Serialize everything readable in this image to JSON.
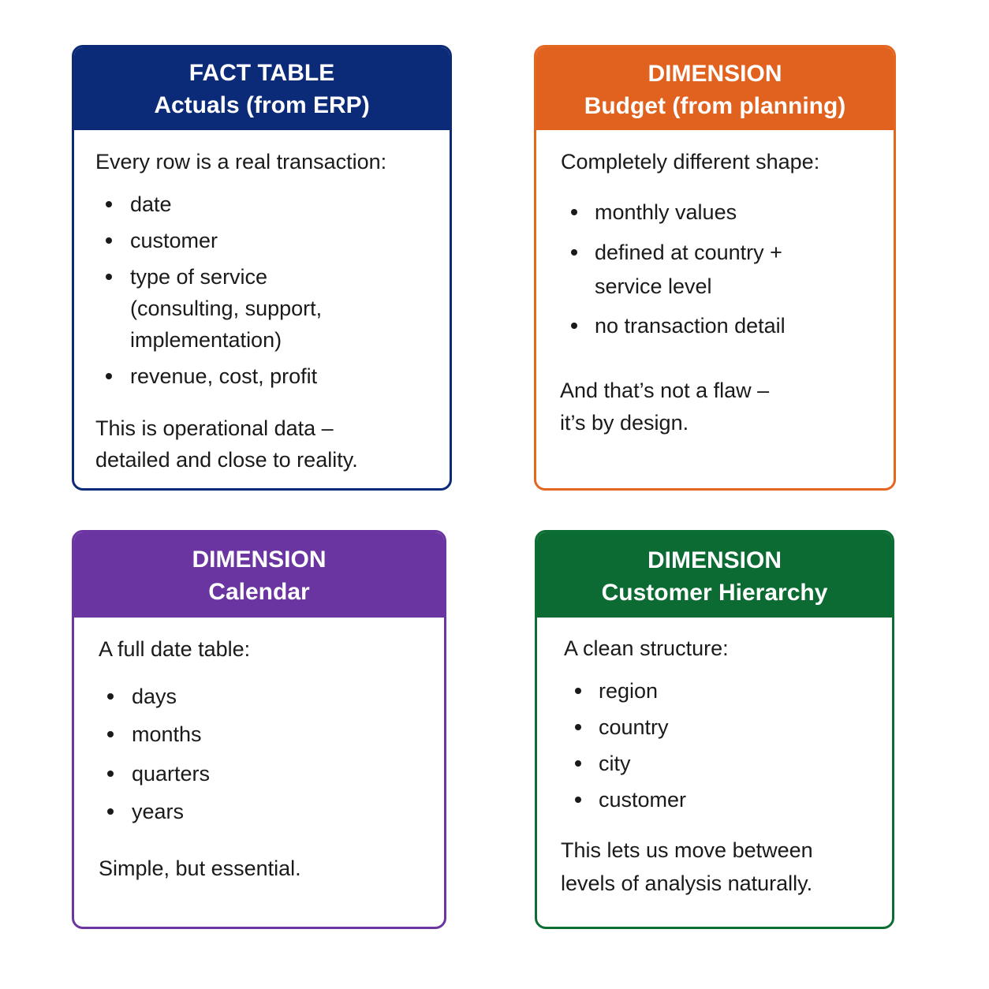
{
  "cards": [
    {
      "title": "FACT TABLE",
      "subtitle": "Actuals (from ERP)",
      "intro": "Every row is a real transaction:",
      "items": [
        "date",
        "customer",
        "type of service",
        "(consulting, support,",
        "implementation)",
        "revenue, cost, profit"
      ],
      "closing": [
        "This is operational data –",
        "detailed and close to reality."
      ],
      "color": "#0b2a78"
    },
    {
      "title": "DIMENSION",
      "subtitle": "Budget (from planning)",
      "intro": "Completely different shape:",
      "items": [
        "monthly values",
        "defined at country +",
        "service level",
        "no transaction detail"
      ],
      "closing": [
        "And that’s not a flaw –",
        "it’s by design."
      ],
      "color": "#e0621e"
    },
    {
      "title": "DIMENSION",
      "subtitle": "Calendar",
      "intro": "A full date table:",
      "items": [
        "days",
        "months",
        "quarters",
        "years"
      ],
      "closing": [
        "Simple, but essential."
      ],
      "color": "#6a35a0"
    },
    {
      "title": "DIMENSION",
      "subtitle": "Customer Hierarchy",
      "intro": "A clean structure:",
      "items": [
        "region",
        "country",
        "city",
        "customer"
      ],
      "closing": [
        "This lets us move between",
        "levels of analysis naturally."
      ],
      "color": "#0b6b33"
    }
  ]
}
